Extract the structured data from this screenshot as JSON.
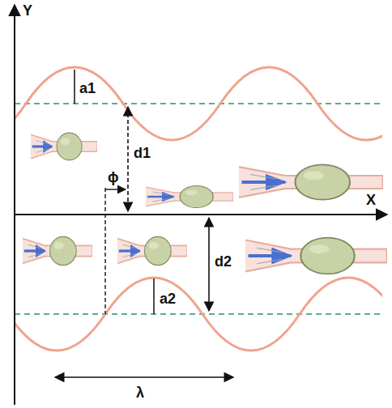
{
  "diagram": {
    "labels": [
      "Y",
      "X",
      "a1",
      "d1",
      "ϕ",
      "d2",
      "a2",
      "λ"
    ]
  }
}
